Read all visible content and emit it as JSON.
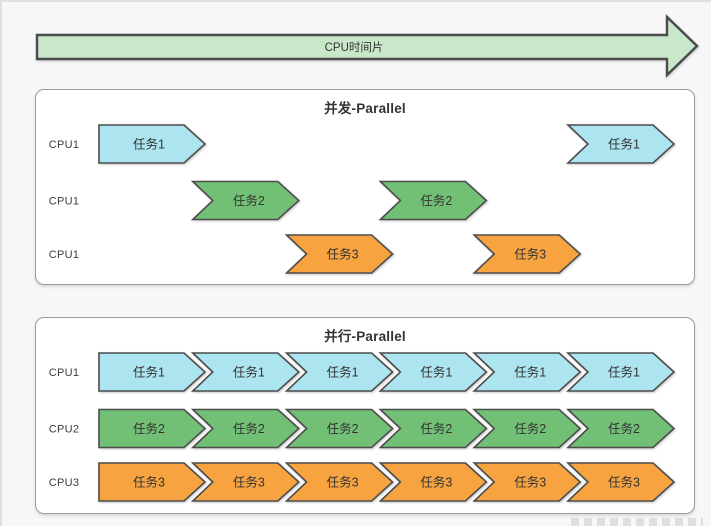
{
  "colors": {
    "task1_fill": "#ace5ef",
    "task2_fill": "#72c075",
    "task3_fill": "#f7a440",
    "arrow_fill": "#c9e8ca",
    "shape_stroke": "#4d4d4d",
    "box_border": "#9c9c9c",
    "text": "#333333"
  },
  "timeline_arrow": {
    "label": "CPU时间片"
  },
  "boxes": [
    {
      "title": "并发-Parallel",
      "rows": [
        {
          "cpu": "CPU1",
          "tasks": [
            {
              "label": "任务1",
              "color": "task1",
              "slot": 0,
              "flat_left": true
            },
            {
              "label": "任务1",
              "color": "task1",
              "slot": 5,
              "flat_left": false
            }
          ]
        },
        {
          "cpu": "CPU1",
          "tasks": [
            {
              "label": "任务2",
              "color": "task2",
              "slot": 1,
              "flat_left": false
            },
            {
              "label": "任务2",
              "color": "task2",
              "slot": 3,
              "flat_left": false
            }
          ]
        },
        {
          "cpu": "CPU1",
          "tasks": [
            {
              "label": "任务3",
              "color": "task3",
              "slot": 2,
              "flat_left": false
            },
            {
              "label": "任务3",
              "color": "task3",
              "slot": 4,
              "flat_left": false
            }
          ]
        }
      ]
    },
    {
      "title": "并行-Parallel",
      "rows": [
        {
          "cpu": "CPU1",
          "tasks": [
            {
              "label": "任务1",
              "color": "task1",
              "slot": 0,
              "flat_left": true
            },
            {
              "label": "任务1",
              "color": "task1",
              "slot": 1,
              "flat_left": false
            },
            {
              "label": "任务1",
              "color": "task1",
              "slot": 2,
              "flat_left": false
            },
            {
              "label": "任务1",
              "color": "task1",
              "slot": 3,
              "flat_left": false
            },
            {
              "label": "任务1",
              "color": "task1",
              "slot": 4,
              "flat_left": false
            },
            {
              "label": "任务1",
              "color": "task1",
              "slot": 5,
              "flat_left": false
            }
          ]
        },
        {
          "cpu": "CPU2",
          "tasks": [
            {
              "label": "任务2",
              "color": "task2",
              "slot": 0,
              "flat_left": true
            },
            {
              "label": "任务2",
              "color": "task2",
              "slot": 1,
              "flat_left": false
            },
            {
              "label": "任务2",
              "color": "task2",
              "slot": 2,
              "flat_left": false
            },
            {
              "label": "任务2",
              "color": "task2",
              "slot": 3,
              "flat_left": false
            },
            {
              "label": "任务2",
              "color": "task2",
              "slot": 4,
              "flat_left": false
            },
            {
              "label": "任务2",
              "color": "task2",
              "slot": 5,
              "flat_left": false
            }
          ]
        },
        {
          "cpu": "CPU3",
          "tasks": [
            {
              "label": "任务3",
              "color": "task3",
              "slot": 0,
              "flat_left": true
            },
            {
              "label": "任务3",
              "color": "task3",
              "slot": 1,
              "flat_left": false
            },
            {
              "label": "任务3",
              "color": "task3",
              "slot": 2,
              "flat_left": false
            },
            {
              "label": "任务3",
              "color": "task3",
              "slot": 3,
              "flat_left": false
            },
            {
              "label": "任务3",
              "color": "task3",
              "slot": 4,
              "flat_left": false
            },
            {
              "label": "任务3",
              "color": "task3",
              "slot": 5,
              "flat_left": false
            }
          ]
        }
      ]
    }
  ]
}
